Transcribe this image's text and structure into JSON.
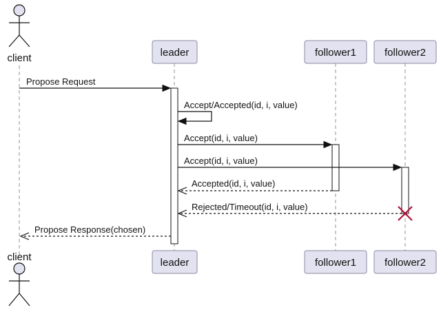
{
  "diagram": {
    "participants": {
      "client": "client",
      "leader": "leader",
      "follower1": "follower1",
      "follower2": "follower2"
    },
    "messages": {
      "propose_request": "Propose Request",
      "accept_accepted_self": "Accept/Accepted(id, i, value)",
      "accept_follower1": "Accept(id, i, value)",
      "accept_follower2": "Accept(id, i, value)",
      "accepted_reply": "Accepted(id, i, value)",
      "rejected_timeout_reply": "Rejected/Timeout(id, i, value)",
      "propose_response": "Propose Response(chosen)"
    },
    "colors": {
      "participant_fill": "#e2e2f0",
      "participant_border": "#8a8aa0",
      "destroy_mark": "#b0103a"
    }
  }
}
